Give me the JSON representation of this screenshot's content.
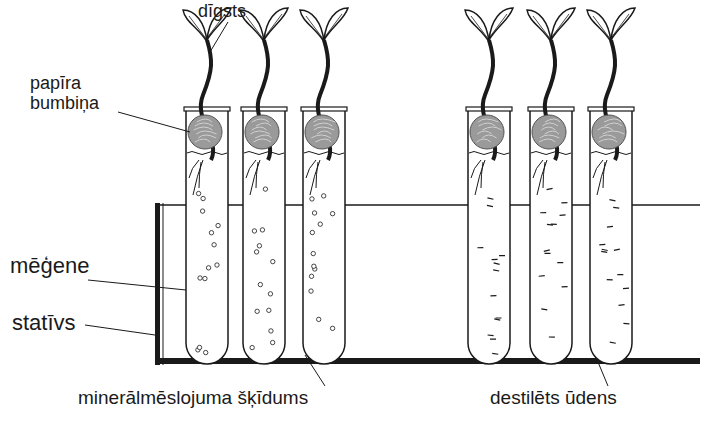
{
  "diagram": {
    "labels": [
      "dīgsts",
      "papīra bumbiņa",
      "mēģene",
      "statīvs",
      "minerālmēslojuma šķīdums",
      "destilēts ūdens"
    ]
  }
}
